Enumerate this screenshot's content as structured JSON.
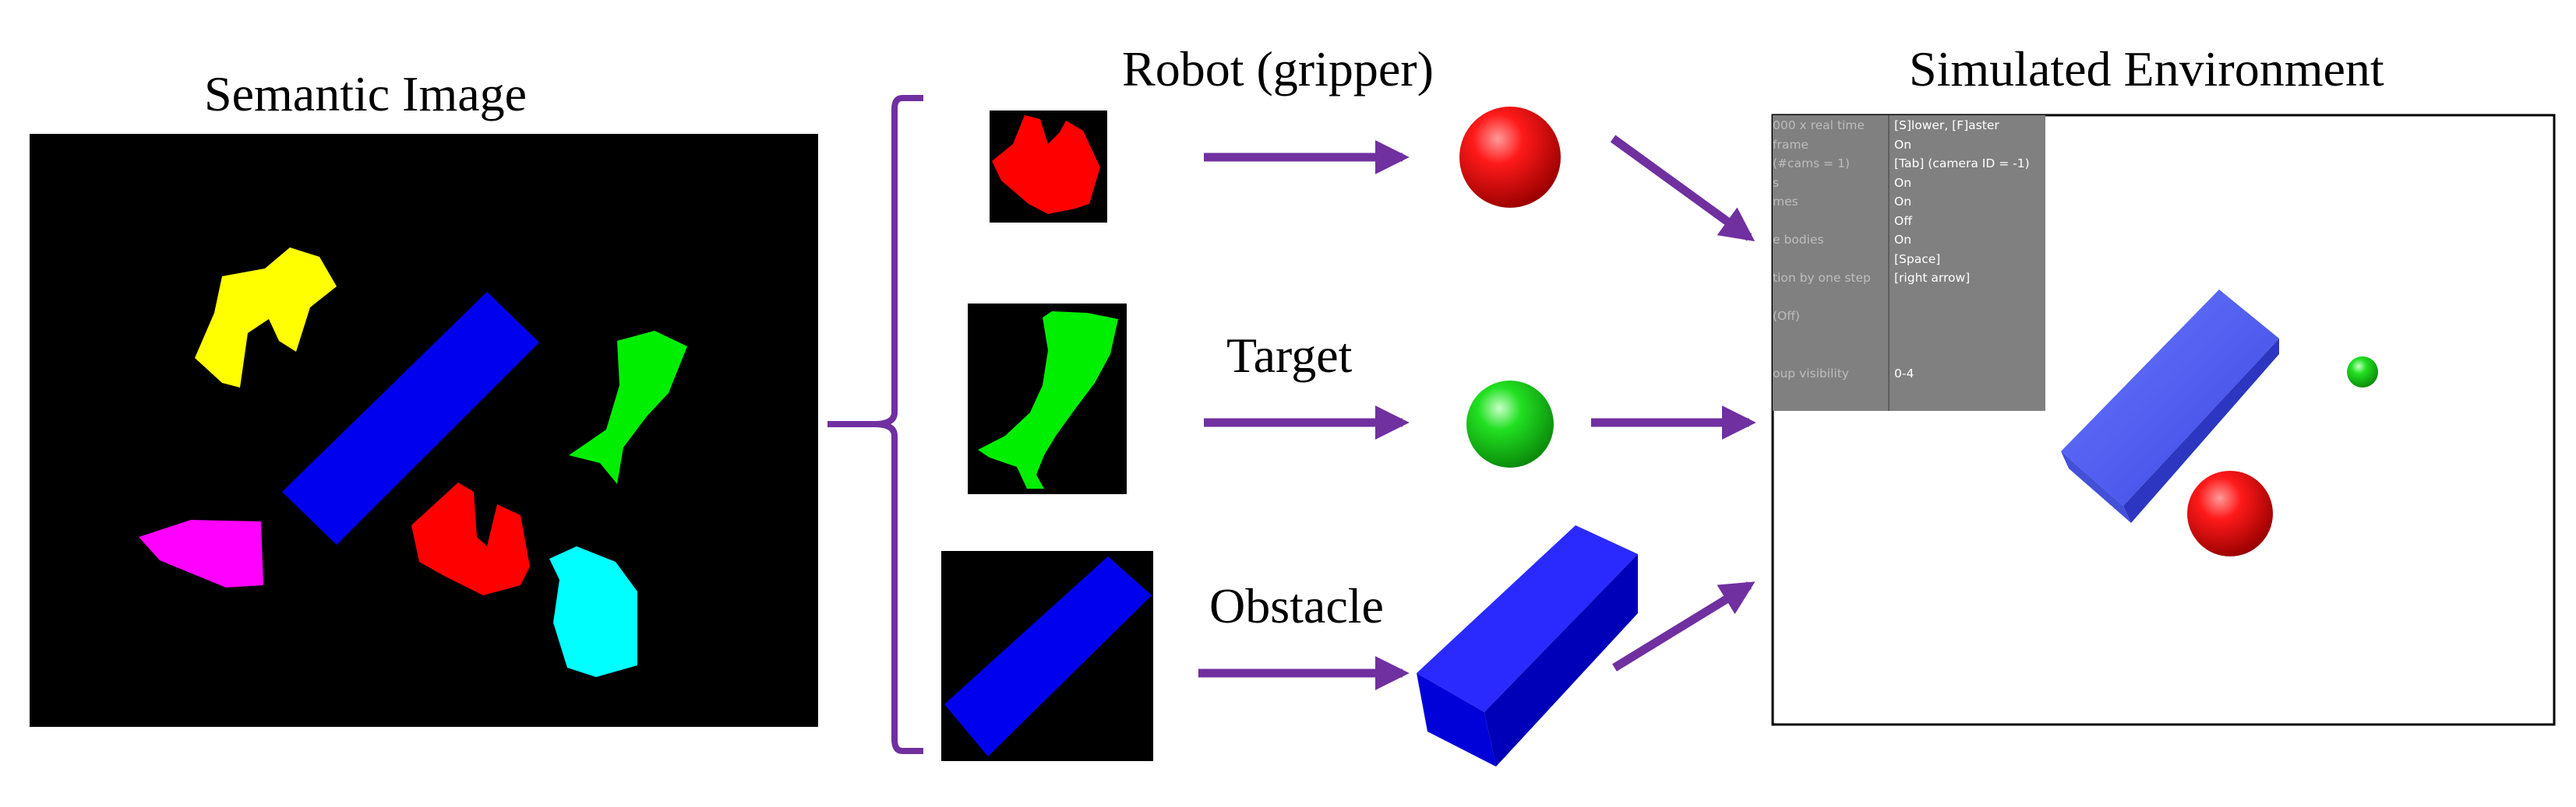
{
  "titles": {
    "semantic_image": "Semantic Image",
    "robot": "Robot (gripper)",
    "target": "Target",
    "obstacle": "Obstacle",
    "simulated_environment": "Simulated Environment"
  },
  "colors": {
    "arrow": "#7030a0",
    "robot": "#ff0000",
    "target": "#00ee00",
    "obstacle": "#0000ee",
    "yellow_object": "#ffff00",
    "magenta_object": "#ff00ff",
    "cyan_object": "#00ffff",
    "hud_background": "#808080"
  },
  "hud_rows": [
    {
      "key": "000 x real time",
      "value": "[S]lower, [F]aster"
    },
    {
      "key": "frame",
      "value": "On"
    },
    {
      "key": "(#cams = 1)",
      "value": "[Tab] (camera ID = -1)"
    },
    {
      "key": "s",
      "value": "On"
    },
    {
      "key": "mes",
      "value": "On"
    },
    {
      "key": "",
      "value": "Off"
    },
    {
      "key": "e bodies",
      "value": "On"
    },
    {
      "key": "",
      "value": "[Space]"
    },
    {
      "key": "tion by one step",
      "value": "[right arrow]"
    },
    {
      "key": "",
      "value": ""
    },
    {
      "key": "(Off)",
      "value": ""
    },
    {
      "key": "",
      "value": ""
    },
    {
      "key": "",
      "value": ""
    },
    {
      "key": "oup visibility",
      "value": "0-4"
    }
  ]
}
